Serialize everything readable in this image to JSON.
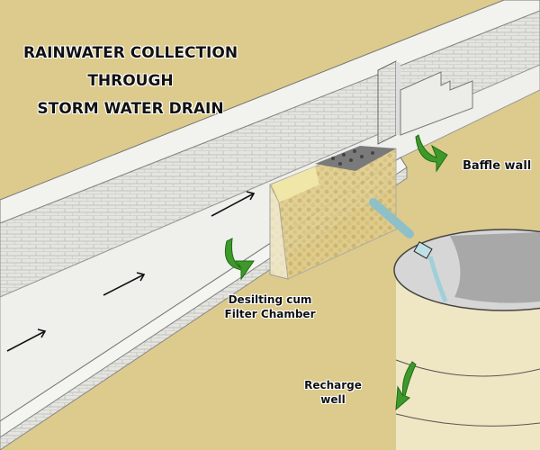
{
  "title": {
    "line1": "RAINWATER COLLECTION",
    "line2": "THROUGH",
    "line3": "STORM WATER DRAIN"
  },
  "labels": {
    "baffle_wall": "Baffle wall",
    "filter_chamber_line1": "Desilting cum",
    "filter_chamber_line2": "Filter Chamber",
    "recharge_well_line1": "Recharge",
    "recharge_well_line2": "well"
  },
  "colors": {
    "background": "#dccb8c",
    "arrow_green": "#3d9a2a",
    "floor": "#eeeeea",
    "well": "#efe6c4"
  }
}
